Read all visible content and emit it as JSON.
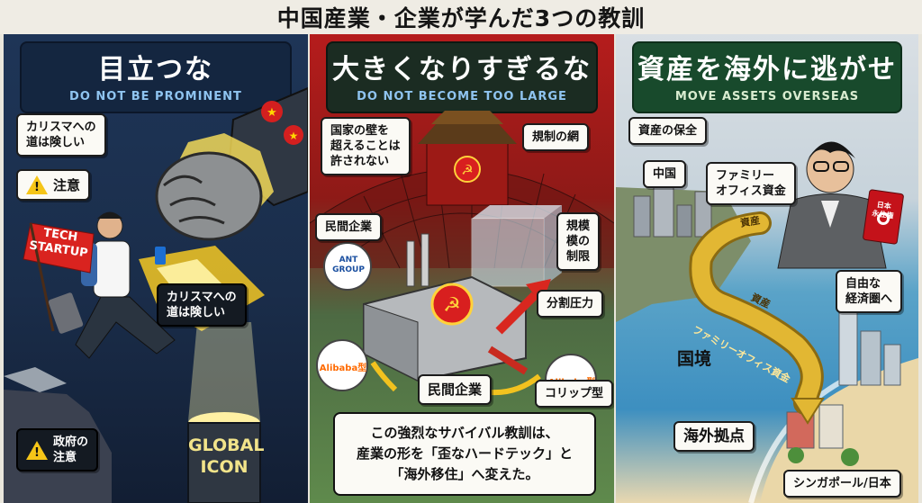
{
  "title": "中国産業・企業が学んだ3つの教訓",
  "panels": [
    {
      "heading": "目立つな",
      "subheading": "DO NOT BE PROMINENT",
      "labels": {
        "charisma_top": "カリスマへの\n道は険しい",
        "caution": "注意",
        "charisma_mid": "カリスマへの\n道は険しい",
        "gov_caution": "政府の\n注意"
      },
      "flag_text": "TECH\nSTARTUP",
      "pedestal_text": "GLOBAL\nICON"
    },
    {
      "heading": "大きくなりすぎるな",
      "subheading": "DO NOT BECOME TOO LARGE",
      "labels": {
        "state_wall": "国家の壁を\n超えることは\n許されない",
        "reg_net": "規制の網",
        "private_top": "民間企業",
        "scale_limit": "規模\n模の\n制限",
        "split_pressure": "分割圧力",
        "private_bottom": "民間企業",
        "collip_type": "コリップ型"
      },
      "logos": {
        "ant": "ANT\nGROUP",
        "alibaba_left": "Alibaba型",
        "alibaba_right": "Alibaba型"
      },
      "bottom_text": "この強烈なサバイバル教訓は、\n産業の形を「歪なハードテック」と\n「海外移住」へ変えた。"
    },
    {
      "heading": "資産を海外に逃がせ",
      "subheading": "MOVE ASSETS OVERSEAS",
      "labels": {
        "preserve": "資産の保全",
        "china": "中国",
        "family_fund": "ファミリー\nオフィス資金",
        "free_zone": "自由な\n経済圏へ",
        "border": "国境",
        "overseas_base": "海外拠点",
        "destination": "シンガポール/日本"
      },
      "pipe_texts": {
        "asset1": "資産",
        "asset2": "資産",
        "pipe_long": "ファミリーオフィス資金"
      },
      "passport_text": "日本\n永住権"
    }
  ]
}
